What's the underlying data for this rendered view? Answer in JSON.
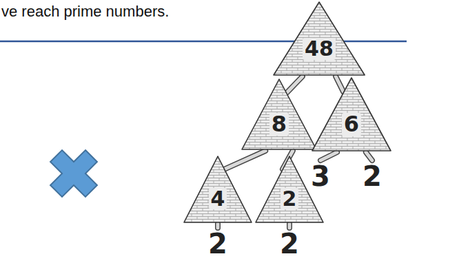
{
  "diagram": {
    "nodes": [
      {
        "text": [
          "48"
        ]
      },
      {
        "text": [
          "8"
        ]
      },
      {
        "text": [
          "6"
        ]
      },
      {
        "text": [
          "4"
        ]
      },
      {
        "text": [
          "2"
        ]
      },
      {
        "text": [
          "3"
        ]
      },
      {
        "text": [
          "2"
        ]
      },
      {
        "text": [
          "2"
        ]
      },
      {
        "text": [
          "2"
        ]
      }
    ],
    "edges": [
      {
        "from": 0,
        "to": 1,
        "arrow": "none"
      },
      {
        "from": 0,
        "to": 2,
        "arrow": "none"
      },
      {
        "from": 1,
        "to": 3,
        "arrow": "none"
      },
      {
        "from": 1,
        "to": 4,
        "arrow": "none"
      },
      {
        "from": 2,
        "to": 5,
        "arrow": "none"
      },
      {
        "from": 2,
        "to": 6,
        "arrow": "none"
      },
      {
        "from": 3,
        "to": 7,
        "arrow": "none"
      },
      {
        "from": 4,
        "to": 8,
        "arrow": "none"
      }
    ],
    "labels": [
      "ve reach prime numbers."
    ]
  }
}
